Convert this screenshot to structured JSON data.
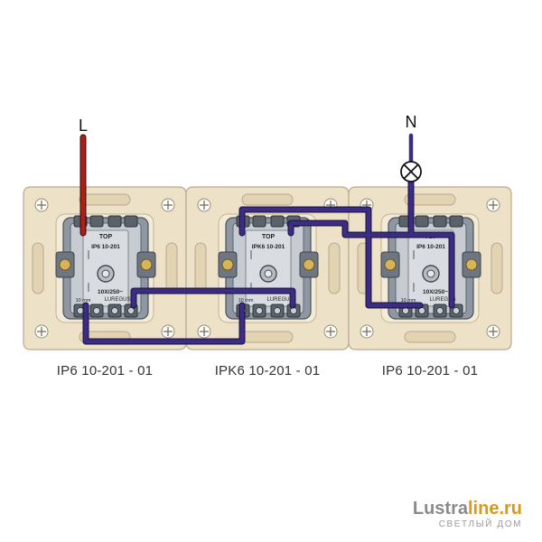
{
  "diagram": {
    "line_label": "L",
    "neutral_label": "N",
    "colors": {
      "phase_wire": "#9c1e1a",
      "loop_wire": "#3a2a7a",
      "frame": "#ede1c8",
      "mechanism": "#9aa3ad"
    },
    "switches": [
      {
        "caption": "IP6 10-201 - 01",
        "top_text": "TOP",
        "model_text": "IP6 10-201",
        "rating_text": "10X/250~",
        "brand_text": "LUREGUS",
        "length_text": "10 mm"
      },
      {
        "caption": "IPK6 10-201 - 01",
        "top_text": "TOP",
        "model_text": "IPK6 10-201",
        "rating_text": "10X/250~",
        "brand_text": "LUREGUS",
        "length_text": "10 mm"
      },
      {
        "caption": "IP6 10-201 - 01",
        "top_text": "TOP",
        "model_text": "IP6 10-201",
        "rating_text": "10X/250~",
        "brand_text": "LUREGUS",
        "length_text": "10 mm"
      }
    ],
    "lamp_icon": "lamp-cross-icon"
  },
  "watermark": {
    "part1": "Lustra",
    "part2": "line.ru",
    "tagline": "СВЕТЛЫЙ ДОМ"
  }
}
